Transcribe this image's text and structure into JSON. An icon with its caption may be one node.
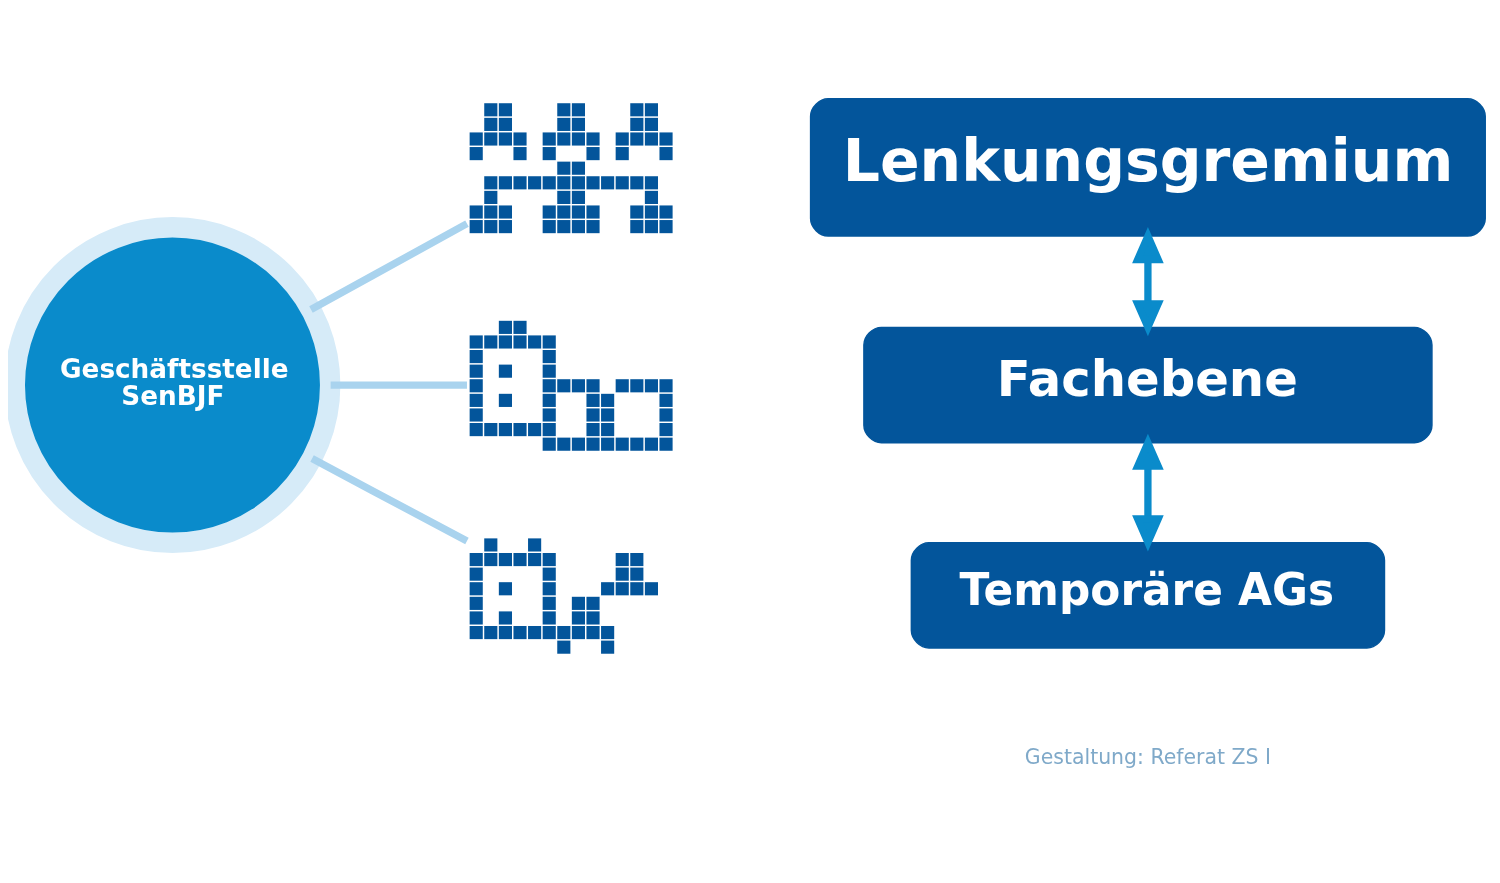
{
  "diagram": {
    "nodes": [
      {
        "text": [
          "Geschäftsstelle SenBJF"
        ]
      },
      {
        "text": [],
        "shape": "picture"
      },
      {
        "text": [
          "Lenkungsgremium"
        ]
      },
      {
        "text": [],
        "shape": "picture"
      },
      {
        "text": [
          "Fachebene"
        ]
      },
      {
        "text": [],
        "shape": "picture"
      },
      {
        "text": [
          "Temporäre AGs"
        ]
      }
    ],
    "edges": [
      {
        "from": 0,
        "to": 1,
        "arrow": "none"
      },
      {
        "from": 0,
        "to": 3,
        "arrow": "none"
      },
      {
        "from": 0,
        "to": 5,
        "arrow": "none"
      },
      {
        "from": 2,
        "to": 4,
        "arrow": "both",
        "color": "#0a8bcb"
      },
      {
        "from": 4,
        "to": 6,
        "arrow": "both",
        "color": "#0a8bcb"
      }
    ],
    "labels": [
      "Gestaltung: Referat ZS I"
    ]
  }
}
